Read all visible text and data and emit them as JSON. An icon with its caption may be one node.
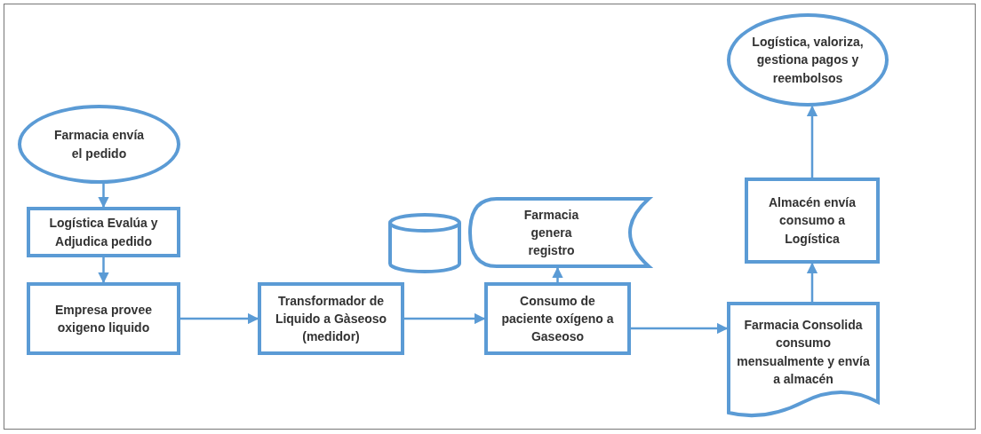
{
  "diagram": {
    "nodes": [
      {
        "text": [
          "Farmacia envía el pedido"
        ]
      },
      {
        "text": [
          "Logística Evalúa y Adjudica pedido"
        ]
      },
      {
        "text": [
          "Empresa provee oxigeno liquido"
        ]
      },
      {
        "text": [
          "Transformador de Liquido a Gàseoso (medidor)"
        ]
      },
      {
        "text": [],
        "shape": "cylinder"
      },
      {
        "text": [
          "Farmacia genera registro"
        ]
      },
      {
        "text": [
          "Consumo de paciente oxígeno a Gaseoso"
        ]
      },
      {
        "text": [
          "Farmacia Consolida consumo mensualmente y envía a almacén"
        ]
      },
      {
        "text": [
          "Almacén envía consumo a Logística"
        ]
      },
      {
        "text": [
          "Logística, valoriza, gestiona pagos y reembolsos"
        ]
      }
    ],
    "edges": [
      {
        "from": 0,
        "to": 1,
        "arrow": "to"
      },
      {
        "from": 1,
        "to": 2,
        "arrow": "to"
      },
      {
        "from": 2,
        "to": 3,
        "arrow": "to"
      },
      {
        "from": 3,
        "to": 6,
        "arrow": "to"
      },
      {
        "from": 6,
        "to": 5,
        "arrow": "to"
      },
      {
        "from": 6,
        "to": 7,
        "arrow": "to"
      },
      {
        "from": 7,
        "to": 8,
        "arrow": "to"
      },
      {
        "from": 8,
        "to": 9,
        "arrow": "to"
      }
    ]
  }
}
